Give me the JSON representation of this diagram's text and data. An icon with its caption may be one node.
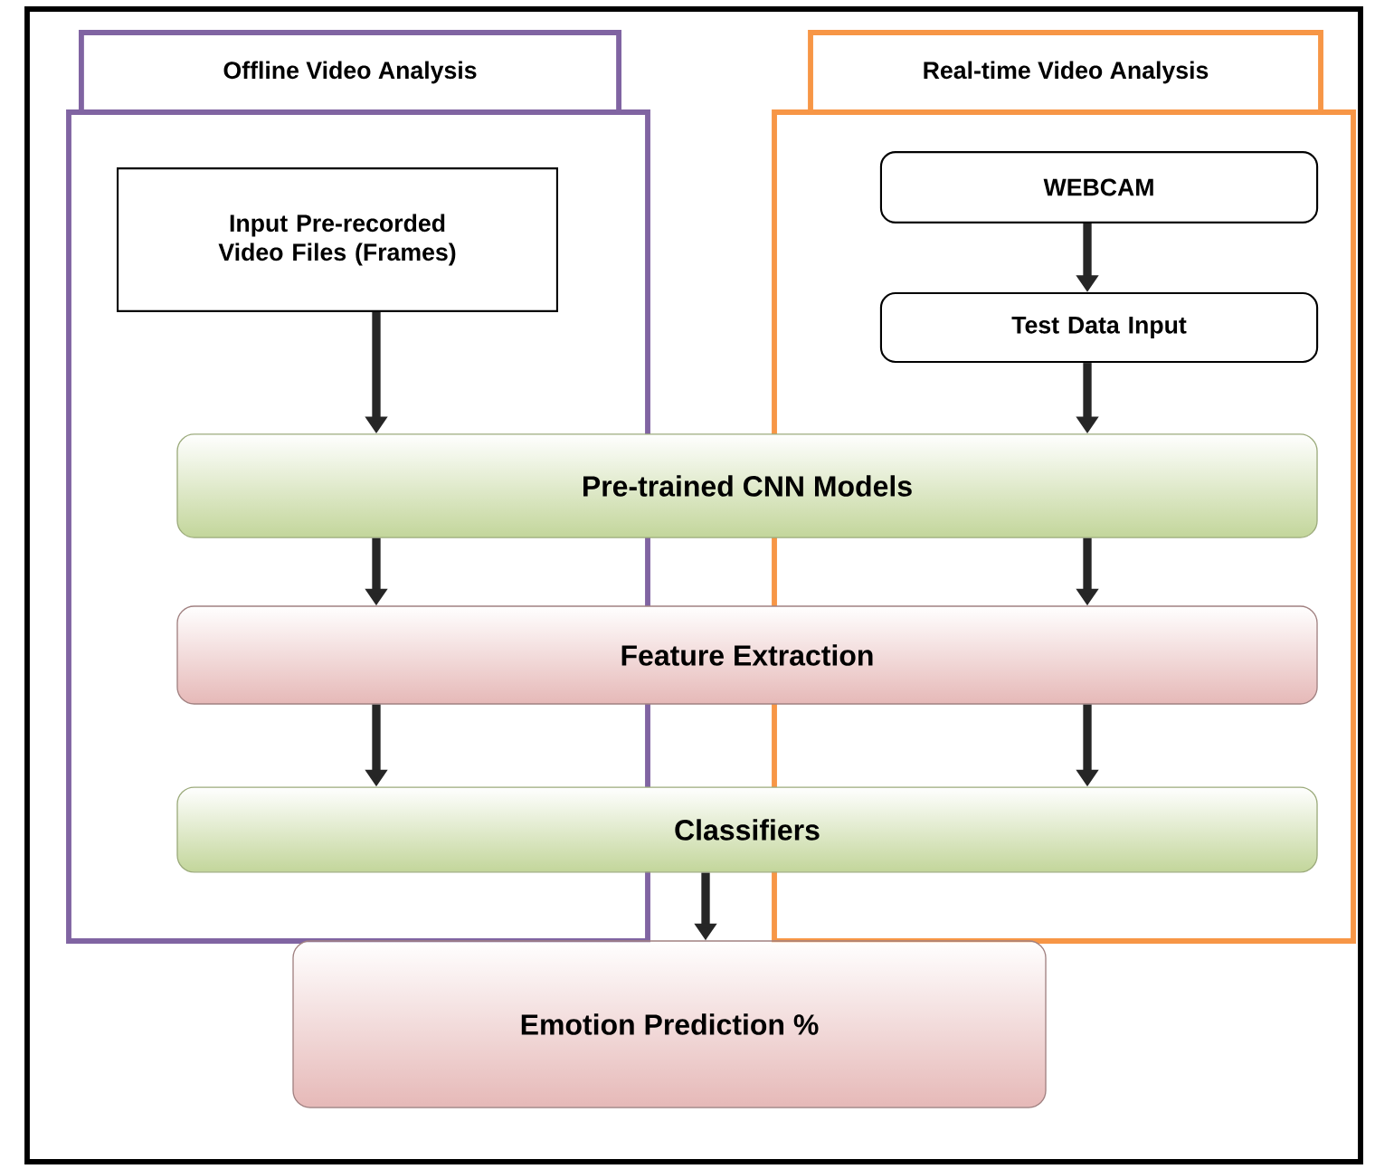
{
  "diagram": {
    "nodes": [
      {
        "text": [
          "Offline Video Analysis"
        ]
      },
      {
        "text": [
          "Real-time Video Analysis"
        ]
      },
      {
        "text": [
          "Input Pre-recorded Video Files (Frames)"
        ],
        "in": 0
      },
      {
        "text": [
          "WEBCAM"
        ],
        "in": 1
      },
      {
        "text": [
          "Test Data Input"
        ],
        "in": 1
      },
      {
        "text": [
          "Pre-trained CNN Models"
        ]
      },
      {
        "text": [
          "Feature Extraction"
        ]
      },
      {
        "text": [
          "Classifiers"
        ]
      },
      {
        "text": [
          "Emotion Prediction %"
        ]
      }
    ],
    "edges": [
      {
        "from": 2,
        "to": 5,
        "arrow": "to"
      },
      {
        "from": 3,
        "to": 4,
        "arrow": "to"
      },
      {
        "from": 4,
        "to": 5,
        "arrow": "to"
      },
      {
        "from": 5,
        "to": 6,
        "arrow": "to"
      },
      {
        "from": 5,
        "to": 6,
        "arrow": "to"
      },
      {
        "from": 6,
        "to": 7,
        "arrow": "to"
      },
      {
        "from": 6,
        "to": 7,
        "arrow": "to"
      },
      {
        "from": 7,
        "to": 8,
        "arrow": "to"
      }
    ]
  }
}
